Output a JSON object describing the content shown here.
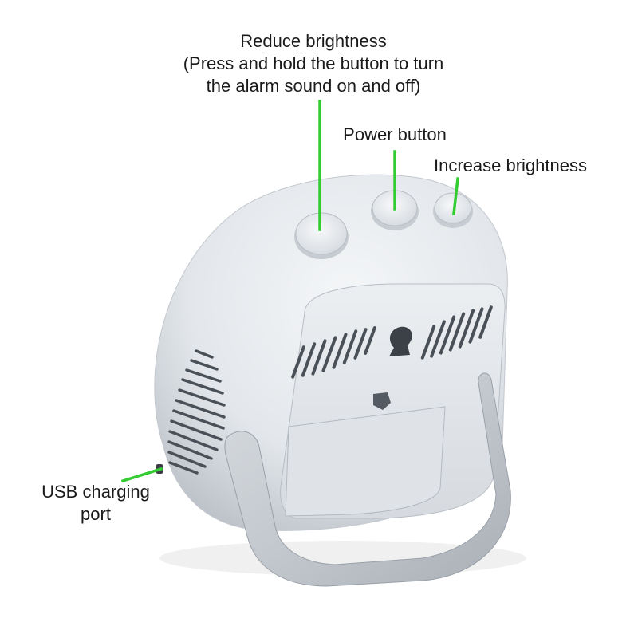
{
  "callouts": {
    "reduce_brightness": {
      "line1": "Reduce brightness",
      "line2": "(Press and hold the button to turn",
      "line3": "the alarm sound on and off)"
    },
    "power_button": "Power button",
    "increase_brightness": "Increase brightness",
    "usb_port": {
      "line1": "USB charging",
      "line2": "port"
    }
  },
  "colors": {
    "leader_line": "#33cc33",
    "body_light": "#f2f4f6",
    "body_shade": "#c9ced4",
    "button_face": "#eef1f3"
  }
}
